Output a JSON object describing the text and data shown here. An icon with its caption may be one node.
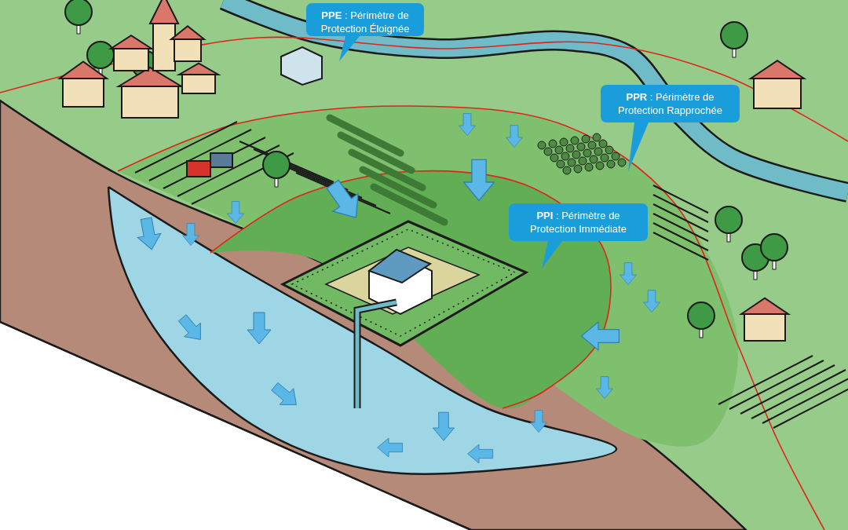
{
  "diagram": {
    "labels": [
      "**PPE** : Périmètre de Protection Éloignée",
      "**PPR** : Périmètre de Protection Rapprochée",
      "**PPI** : Périmètre de Protection Immédiate"
    ]
  }
}
